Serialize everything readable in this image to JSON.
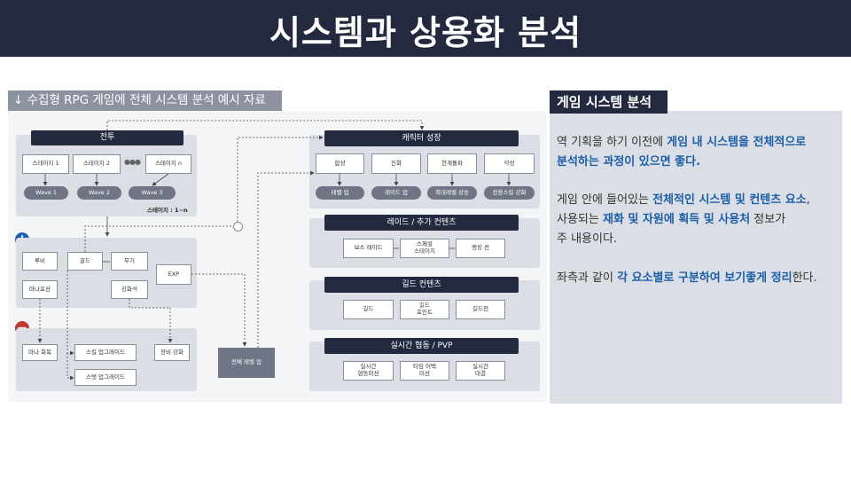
{
  "header": {
    "title": "시스템과 상용화 분석"
  },
  "left": {
    "label": "↓ 수집형 RPG 게임에 전체 시스템 분석 예시 자료",
    "battle": {
      "title": "전투",
      "stages": [
        "스테이지 1",
        "스테이지 2",
        "스테이지 n"
      ],
      "waves": [
        "Wave 1",
        "Wave 2",
        "Wave 3"
      ],
      "stage_range": "스테이지 : 1~n"
    },
    "resources": {
      "items": [
        "루비",
        "골드",
        "무기",
        "마나포션",
        "강화석",
        "EXP"
      ]
    },
    "consume": {
      "items": [
        "마나 회복",
        "스킬 업그레이드",
        "스탯 업그레이드",
        "장비 강화"
      ]
    },
    "level_up": "전체 레벨 업",
    "character": {
      "title": "캐릭터 성장",
      "boxes": [
        "합성",
        "진화",
        "한계돌파",
        "각성"
      ],
      "pills": [
        "레벨 업",
        "레이드 업",
        "최대레벨 상승",
        "전용스킬 강화"
      ]
    },
    "raid": {
      "title": "레이드 / 추가 컨텐츠",
      "boxes": [
        "보스 레이드",
        "스페셜\n스테이지",
        "랭킹 전"
      ]
    },
    "guild": {
      "title": "길드 컨텐츠",
      "boxes": [
        "길드",
        "길드\n포인트",
        "길드전"
      ]
    },
    "realtime": {
      "title": "실시간 협동 / PVP",
      "boxes": [
        "실시간\n협동미션",
        "타임 어택\n미션",
        "실시간\n대결"
      ]
    }
  },
  "right": {
    "label": "게임 시스템 분석",
    "p1": {
      "a": "역 기획을 하기 이전에 ",
      "b": "게임 내 시스템을 전체적으로",
      "c": "분석하는 과정이 있으면 좋다."
    },
    "p2": {
      "a": "게임 안에 들어있는 ",
      "b": "전체적인 시스템 및 컨텐츠 요소",
      "c": ",",
      "d": "사용되는 ",
      "e": "재화 및 자원에 획득 및 사용처",
      "f": " 정보가",
      "g": "주 내용이다."
    },
    "p3": {
      "a": "좌측과 같이 ",
      "b": "각 요소별로 구분하여 보기좋게 정리",
      "c": "한다."
    }
  }
}
